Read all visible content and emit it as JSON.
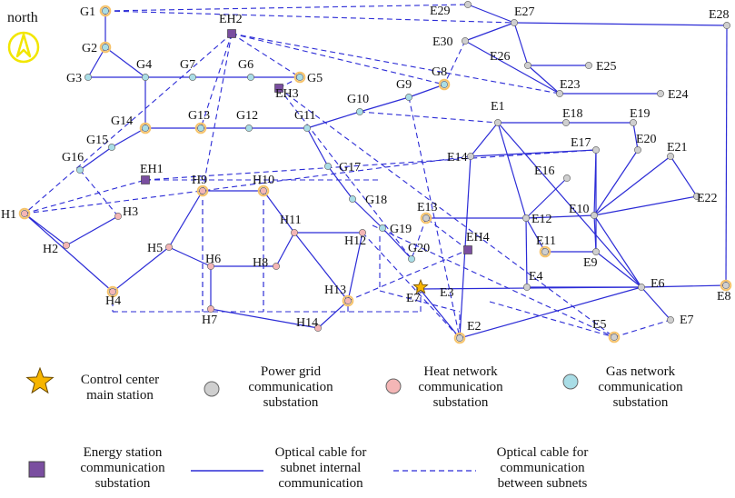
{
  "compass": {
    "label": "north"
  },
  "colors": {
    "cable": "#2b2bd6",
    "power": "#cfcfcf",
    "heat": "#f4b6b6",
    "gas": "#a9dde6",
    "station": "#7a4ea0",
    "center": "#f7b500",
    "halo": "#f6c36b"
  },
  "nodes": [
    {
      "id": "G1",
      "label": "G1",
      "type": "gas",
      "halo": true
    },
    {
      "id": "G2",
      "label": "G2",
      "type": "gas",
      "halo": true
    },
    {
      "id": "G3",
      "label": "G3",
      "type": "gas"
    },
    {
      "id": "G4",
      "label": "G4",
      "type": "gas"
    },
    {
      "id": "G5",
      "label": "G5",
      "type": "gas",
      "halo": true
    },
    {
      "id": "G6",
      "label": "G6",
      "type": "gas"
    },
    {
      "id": "G7",
      "label": "G7",
      "type": "gas"
    },
    {
      "id": "G8",
      "label": "G8",
      "type": "gas",
      "halo": true
    },
    {
      "id": "G9",
      "label": "G9",
      "type": "gas"
    },
    {
      "id": "G10",
      "label": "G10",
      "type": "gas"
    },
    {
      "id": "G11",
      "label": "G11",
      "type": "gas"
    },
    {
      "id": "G12",
      "label": "G12",
      "type": "gas"
    },
    {
      "id": "G13",
      "label": "G13",
      "type": "gas",
      "halo": true
    },
    {
      "id": "G14",
      "label": "G14",
      "type": "gas",
      "halo": true
    },
    {
      "id": "G15",
      "label": "G15",
      "type": "gas"
    },
    {
      "id": "G16",
      "label": "G16",
      "type": "gas"
    },
    {
      "id": "G17",
      "label": "G17",
      "type": "gas"
    },
    {
      "id": "G18",
      "label": "G18",
      "type": "gas"
    },
    {
      "id": "G19",
      "label": "G19",
      "type": "gas"
    },
    {
      "id": "G20",
      "label": "G20",
      "type": "gas"
    },
    {
      "id": "H1",
      "label": "H1",
      "type": "heat",
      "halo": true
    },
    {
      "id": "H2",
      "label": "H2",
      "type": "heat"
    },
    {
      "id": "H3",
      "label": "H3",
      "type": "heat"
    },
    {
      "id": "H4",
      "label": "H4",
      "type": "heat",
      "halo": true
    },
    {
      "id": "H5",
      "label": "H5",
      "type": "heat"
    },
    {
      "id": "H6",
      "label": "H6",
      "type": "heat"
    },
    {
      "id": "H7",
      "label": "H7",
      "type": "heat"
    },
    {
      "id": "H8",
      "label": "H8",
      "type": "heat"
    },
    {
      "id": "H9",
      "label": "H9",
      "type": "heat",
      "halo": true
    },
    {
      "id": "H10",
      "label": "H10",
      "type": "heat",
      "halo": true
    },
    {
      "id": "H11",
      "label": "H11",
      "type": "heat"
    },
    {
      "id": "H12",
      "label": "H12",
      "type": "heat"
    },
    {
      "id": "H13",
      "label": "H13",
      "type": "heat",
      "halo": true
    },
    {
      "id": "H14",
      "label": "H14",
      "type": "heat"
    },
    {
      "id": "E1",
      "label": "E1",
      "type": "power"
    },
    {
      "id": "E2",
      "label": "E2",
      "type": "power",
      "halo": true
    },
    {
      "id": "E3",
      "label": "E3",
      "type": "power"
    },
    {
      "id": "E4",
      "label": "E4",
      "type": "power"
    },
    {
      "id": "E5",
      "label": "E5",
      "type": "power",
      "halo": true
    },
    {
      "id": "E6",
      "label": "E6",
      "type": "power"
    },
    {
      "id": "E7",
      "label": "E7",
      "type": "power"
    },
    {
      "id": "E8",
      "label": "E8",
      "type": "power",
      "halo": true
    },
    {
      "id": "E9",
      "label": "E9",
      "type": "power"
    },
    {
      "id": "E10",
      "label": "E10",
      "type": "power"
    },
    {
      "id": "E11",
      "label": "E11",
      "type": "power",
      "halo": true
    },
    {
      "id": "E12",
      "label": "E12",
      "type": "power"
    },
    {
      "id": "E13",
      "label": "E13",
      "type": "power",
      "halo": true
    },
    {
      "id": "E14",
      "label": "E14",
      "type": "power"
    },
    {
      "id": "E16",
      "label": "E16",
      "type": "power"
    },
    {
      "id": "E17",
      "label": "E17",
      "type": "power"
    },
    {
      "id": "E18",
      "label": "E18",
      "type": "power"
    },
    {
      "id": "E19",
      "label": "E19",
      "type": "power"
    },
    {
      "id": "E20",
      "label": "E20",
      "type": "power"
    },
    {
      "id": "E21",
      "label": "E21",
      "type": "power"
    },
    {
      "id": "E22",
      "label": "E22",
      "type": "power"
    },
    {
      "id": "E23",
      "label": "E23",
      "type": "power"
    },
    {
      "id": "E24",
      "label": "E24",
      "type": "power"
    },
    {
      "id": "E25",
      "label": "E25",
      "type": "power"
    },
    {
      "id": "E26",
      "label": "E26",
      "type": "power"
    },
    {
      "id": "E27",
      "label": "E27",
      "type": "power"
    },
    {
      "id": "E28",
      "label": "E28",
      "type": "power"
    },
    {
      "id": "E29",
      "label": "E29",
      "type": "power"
    },
    {
      "id": "E30",
      "label": "E30",
      "type": "power"
    },
    {
      "id": "EH1",
      "label": "EH1",
      "type": "station"
    },
    {
      "id": "EH2",
      "label": "EH2",
      "type": "station"
    },
    {
      "id": "EH3",
      "label": "EH3",
      "type": "station"
    },
    {
      "id": "EH4",
      "label": "EH4",
      "type": "station"
    },
    {
      "id": "E7C",
      "label": "E7",
      "type": "center"
    }
  ],
  "legend": {
    "center": "Control center\nmain station",
    "power": "Power grid\ncommunication\nsubstation",
    "heat": "Heat network\ncommunication\nsubstation",
    "gas": "Gas network\ncommunication\nsubstation",
    "station": "Energy station\ncommunication\nsubstation",
    "solid": "Optical cable for\nsubnet internal\ncommunication",
    "dashed": "Optical cable for\ncommunication\nbetween subnets"
  }
}
